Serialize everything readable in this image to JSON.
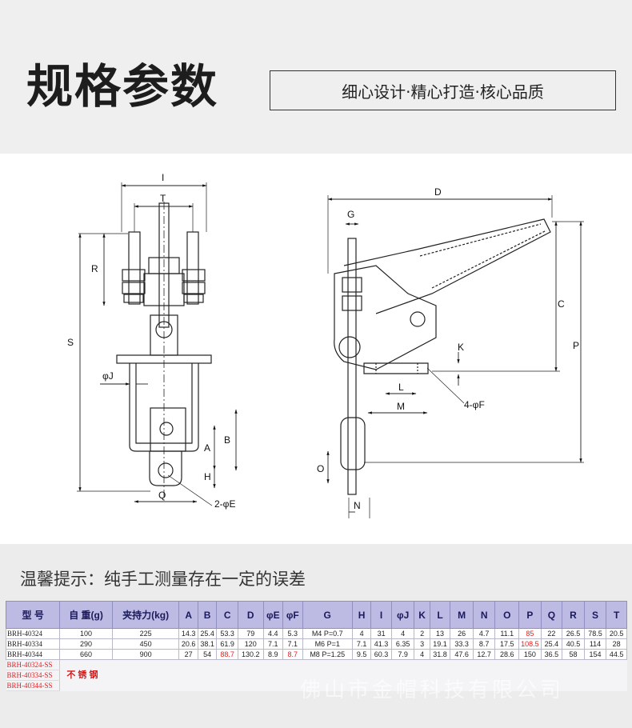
{
  "header": {
    "title": "规格参数",
    "slogan": "细心设计·精心打造·核心品质"
  },
  "drawing": {
    "left_labels": {
      "I": "I",
      "T": "T",
      "R": "R",
      "S": "S",
      "J": "φJ",
      "A": "A",
      "B": "B",
      "H": "H",
      "Q": "Q",
      "E": "2-φE"
    },
    "right_labels": {
      "D": "D",
      "G": "G",
      "C": "C",
      "P": "P",
      "K": "K",
      "L": "L",
      "M": "M",
      "F": "4-φF",
      "O": "O",
      "N": "N"
    }
  },
  "tip": "温馨提示：纯手工测量存在一定的误差",
  "table": {
    "headers": [
      "型 号",
      "自 重(g)",
      "夹持力(kg)",
      "A",
      "B",
      "C",
      "D",
      "φE",
      "φF",
      "G",
      "H",
      "I",
      "φJ",
      "K",
      "L",
      "M",
      "N",
      "O",
      "P",
      "Q",
      "R",
      "S",
      "T"
    ],
    "rows": [
      {
        "model": "BRH-40324",
        "weight": "100",
        "force": "225",
        "cells": [
          "14.3",
          "25.4",
          "53.3",
          "79",
          "4.4",
          "5.3",
          "M4 P=0.7",
          "4",
          "31",
          "4",
          "2",
          "13",
          "26",
          "4.7",
          "11.1",
          "85",
          "22",
          "26.5",
          "78.5",
          "20.5"
        ],
        "red": [
          15
        ]
      },
      {
        "model": "BRH-40334",
        "weight": "290",
        "force": "450",
        "cells": [
          "20.6",
          "38.1",
          "61.9",
          "120",
          "7.1",
          "7.1",
          "M6 P=1",
          "7.1",
          "41.3",
          "6.35",
          "3",
          "19.1",
          "33.3",
          "8.7",
          "17.5",
          "108.5",
          "25.4",
          "40.5",
          "114",
          "28"
        ],
        "red": [
          15
        ]
      },
      {
        "model": "BRH-40344",
        "weight": "660",
        "force": "900",
        "cells": [
          "27",
          "54",
          "88.7",
          "130.2",
          "8.9",
          "8.7",
          "M8 P=1.25",
          "9.5",
          "60.3",
          "7.9",
          "4",
          "31.8",
          "47.6",
          "12.7",
          "28.6",
          "150",
          "36.5",
          "58",
          "154",
          "44.5"
        ],
        "red": [
          2,
          5
        ]
      }
    ],
    "ss_models": [
      "BRH-40324-SS",
      "BRH-40334-SS",
      "BRH-40344-SS"
    ],
    "stainless_label": "不 锈 钢"
  },
  "watermark": "佛山市金帽科技有限公司"
}
